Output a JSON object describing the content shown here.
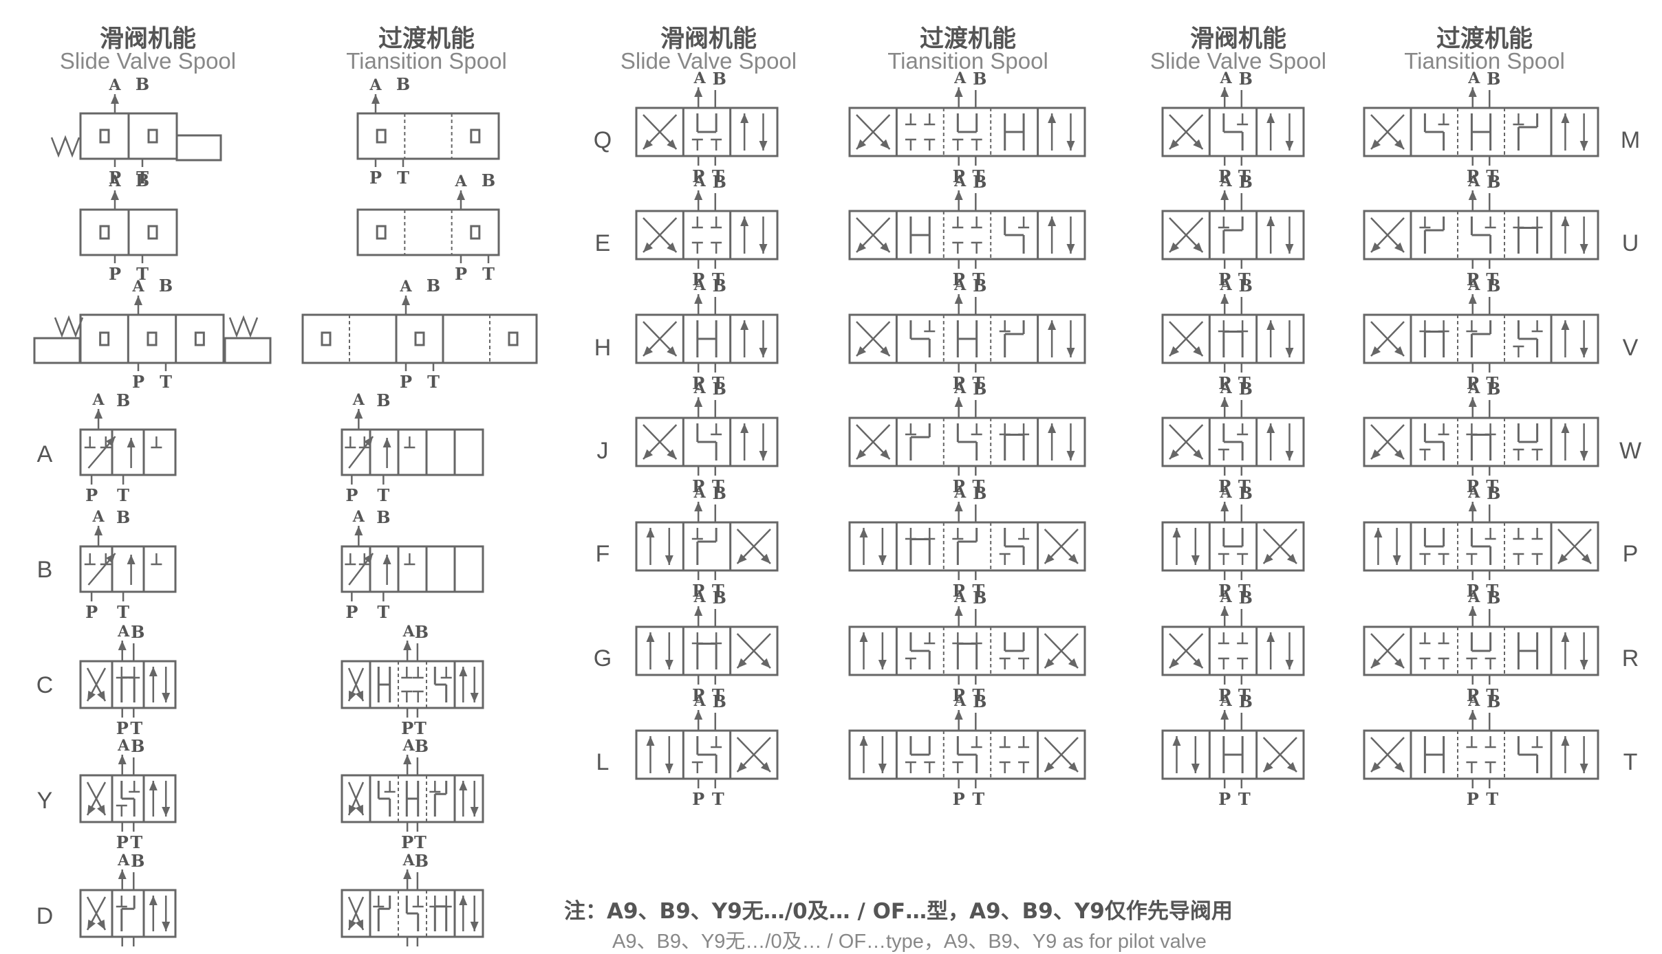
{
  "headers": [
    {
      "zh": "滑阀机能",
      "en": "Slide Valve Spool"
    },
    {
      "zh": "过渡机能",
      "en": "Tiansition Spool"
    },
    {
      "zh": "滑阀机能",
      "en": "Slide Valve Spool"
    },
    {
      "zh": "过渡机能",
      "en": "Tiansition Spool"
    },
    {
      "zh": "滑阀机能",
      "en": "Slide Valve Spool"
    },
    {
      "zh": "过渡机能",
      "en": "Tiansition Spool"
    }
  ],
  "port_labels": {
    "a": "A",
    "b": "B",
    "p": "P",
    "t": "T"
  },
  "left_labels": [
    "A",
    "B",
    "C",
    "Y",
    "D"
  ],
  "middle_labels": [
    "Q",
    "E",
    "H",
    "J",
    "F",
    "G",
    "L"
  ],
  "right_labels": [
    "M",
    "U",
    "V",
    "W",
    "P",
    "R",
    "T"
  ],
  "note": {
    "zh": "注：A9、B9、Y9无…/0及… / OF…型，A9、B9、Y9仅作先导阀用",
    "en": "A9、B9、Y9无…/0及… / OF…type，A9、B9、Y9 as for pilot valve"
  }
}
